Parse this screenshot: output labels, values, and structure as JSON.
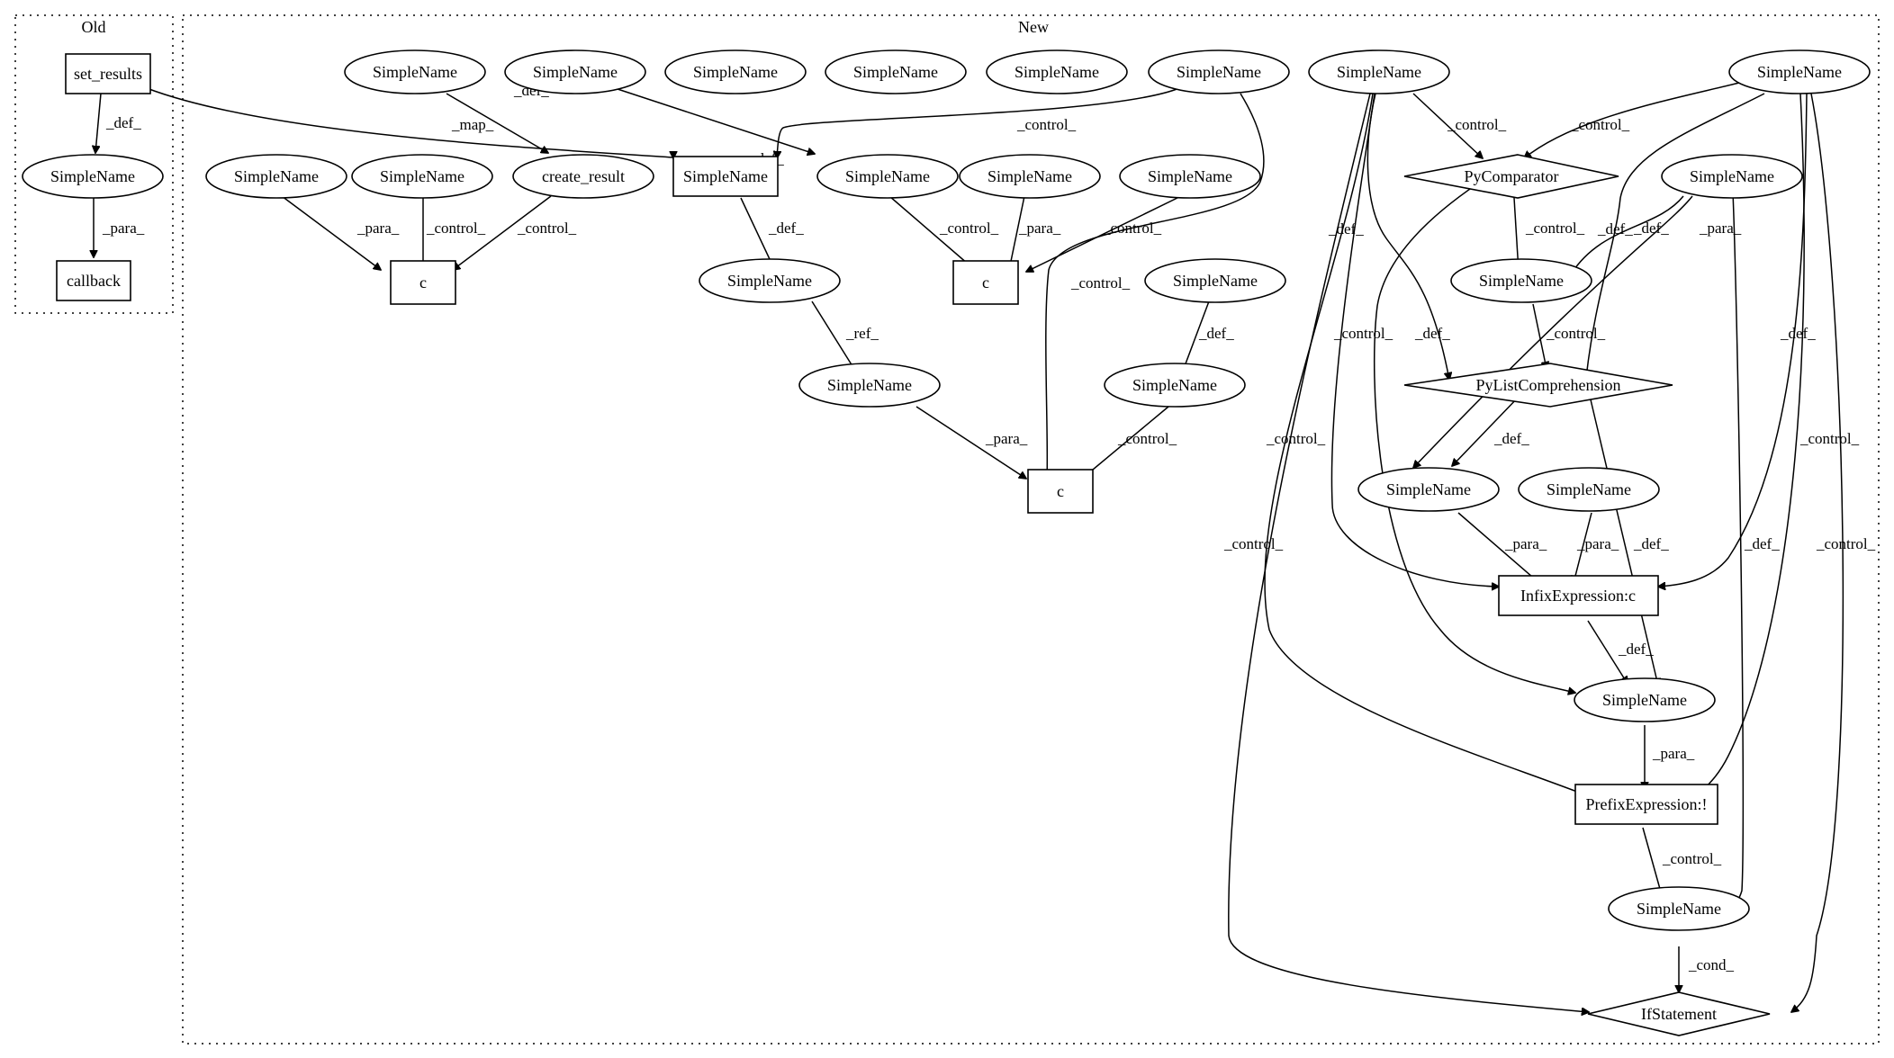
{
  "diagram": {
    "clusters": [
      {
        "id": "old",
        "label": "Old"
      },
      {
        "id": "new",
        "label": "New"
      }
    ],
    "nodes": [
      {
        "id": "o_setres",
        "label": "set_results"
      },
      {
        "id": "o_sn",
        "label": "SimpleName"
      },
      {
        "id": "o_cb",
        "label": "callback"
      },
      {
        "id": "n_sn1",
        "label": "SimpleName"
      },
      {
        "id": "n_sn2",
        "label": "SimpleName"
      },
      {
        "id": "n_sn3",
        "label": "SimpleName"
      },
      {
        "id": "n_sn4",
        "label": "SimpleName"
      },
      {
        "id": "n_sn5",
        "label": "SimpleName"
      },
      {
        "id": "n_sn6",
        "label": "SimpleName"
      },
      {
        "id": "n_sn7",
        "label": "SimpleName"
      },
      {
        "id": "n_sn8",
        "label": "SimpleName"
      },
      {
        "id": "n_sn9",
        "label": "SimpleName"
      },
      {
        "id": "n_sn10",
        "label": "SimpleName"
      },
      {
        "id": "n_sn11",
        "label": "SimpleName"
      },
      {
        "id": "n_create",
        "label": "create_result"
      },
      {
        "id": "n_sn12",
        "label": "SimpleName"
      },
      {
        "id": "n_sn13",
        "label": "SimpleName"
      },
      {
        "id": "n_sn14",
        "label": "SimpleName"
      },
      {
        "id": "n_pycomp",
        "label": "PyComparator"
      },
      {
        "id": "n_sn15",
        "label": "SimpleName"
      },
      {
        "id": "n_c1",
        "label": "c"
      },
      {
        "id": "n_c2",
        "label": "c"
      },
      {
        "id": "n_sn16",
        "label": "SimpleName"
      },
      {
        "id": "n_sn17",
        "label": "SimpleName"
      },
      {
        "id": "n_sn18",
        "label": "SimpleName"
      },
      {
        "id": "n_sn19",
        "label": "SimpleName"
      },
      {
        "id": "n_sn20",
        "label": "SimpleName"
      },
      {
        "id": "n_pylist",
        "label": "PyListComprehension"
      },
      {
        "id": "n_c3",
        "label": "c"
      },
      {
        "id": "n_sn21",
        "label": "SimpleName"
      },
      {
        "id": "n_sn22",
        "label": "SimpleName"
      },
      {
        "id": "n_infix",
        "label": "InfixExpression:c"
      },
      {
        "id": "n_sn23",
        "label": "SimpleName"
      },
      {
        "id": "n_prefix",
        "label": "PrefixExpression:!"
      },
      {
        "id": "n_sn24",
        "label": "SimpleName"
      },
      {
        "id": "n_if",
        "label": "IfStatement"
      }
    ],
    "edges": [
      {
        "id": "e1",
        "label": "_def_"
      },
      {
        "id": "e2",
        "label": "_para_"
      },
      {
        "id": "e3",
        "label": "_map_"
      },
      {
        "id": "e4",
        "label": "_def_"
      },
      {
        "id": "e5",
        "label": "_def_"
      },
      {
        "id": "e6",
        "label": "_control_"
      },
      {
        "id": "e7",
        "label": "_control_"
      },
      {
        "id": "e8",
        "label": "_para_"
      },
      {
        "id": "e9",
        "label": "_control_"
      },
      {
        "id": "e10",
        "label": "_control_"
      },
      {
        "id": "e11",
        "label": "_def_"
      },
      {
        "id": "e12",
        "label": "_control_"
      },
      {
        "id": "e13",
        "label": "_para_"
      },
      {
        "id": "e14",
        "label": "_control_"
      },
      {
        "id": "e15",
        "label": "_ref_"
      },
      {
        "id": "e16",
        "label": "_def_"
      },
      {
        "id": "e17",
        "label": "_para_"
      },
      {
        "id": "e18",
        "label": "_control_"
      },
      {
        "id": "e19",
        "label": "_control_"
      },
      {
        "id": "e20",
        "label": "_control_"
      },
      {
        "id": "e21",
        "label": "_def_"
      },
      {
        "id": "e22",
        "label": "_control_"
      },
      {
        "id": "e23",
        "label": "_def_"
      },
      {
        "id": "e24",
        "label": "_para_"
      },
      {
        "id": "e25",
        "label": "_control_"
      },
      {
        "id": "e26",
        "label": "_control_"
      },
      {
        "id": "e27",
        "label": "_control_"
      },
      {
        "id": "e28",
        "label": "_control_"
      },
      {
        "id": "e29",
        "label": "_def_"
      },
      {
        "id": "e30",
        "label": "_def_"
      },
      {
        "id": "e31",
        "label": "_def_"
      },
      {
        "id": "e32",
        "label": "_def_"
      },
      {
        "id": "e33",
        "label": "_def_"
      },
      {
        "id": "e34",
        "label": "_control_"
      },
      {
        "id": "e35",
        "label": "_control_"
      },
      {
        "id": "e36",
        "label": "_para_"
      },
      {
        "id": "e37",
        "label": "_para_"
      },
      {
        "id": "e38",
        "label": "_def_"
      },
      {
        "id": "e39",
        "label": "_para_"
      },
      {
        "id": "e40",
        "label": "_def_"
      },
      {
        "id": "e41",
        "label": "_cond_"
      },
      {
        "id": "e42",
        "label": "_control_"
      }
    ]
  }
}
